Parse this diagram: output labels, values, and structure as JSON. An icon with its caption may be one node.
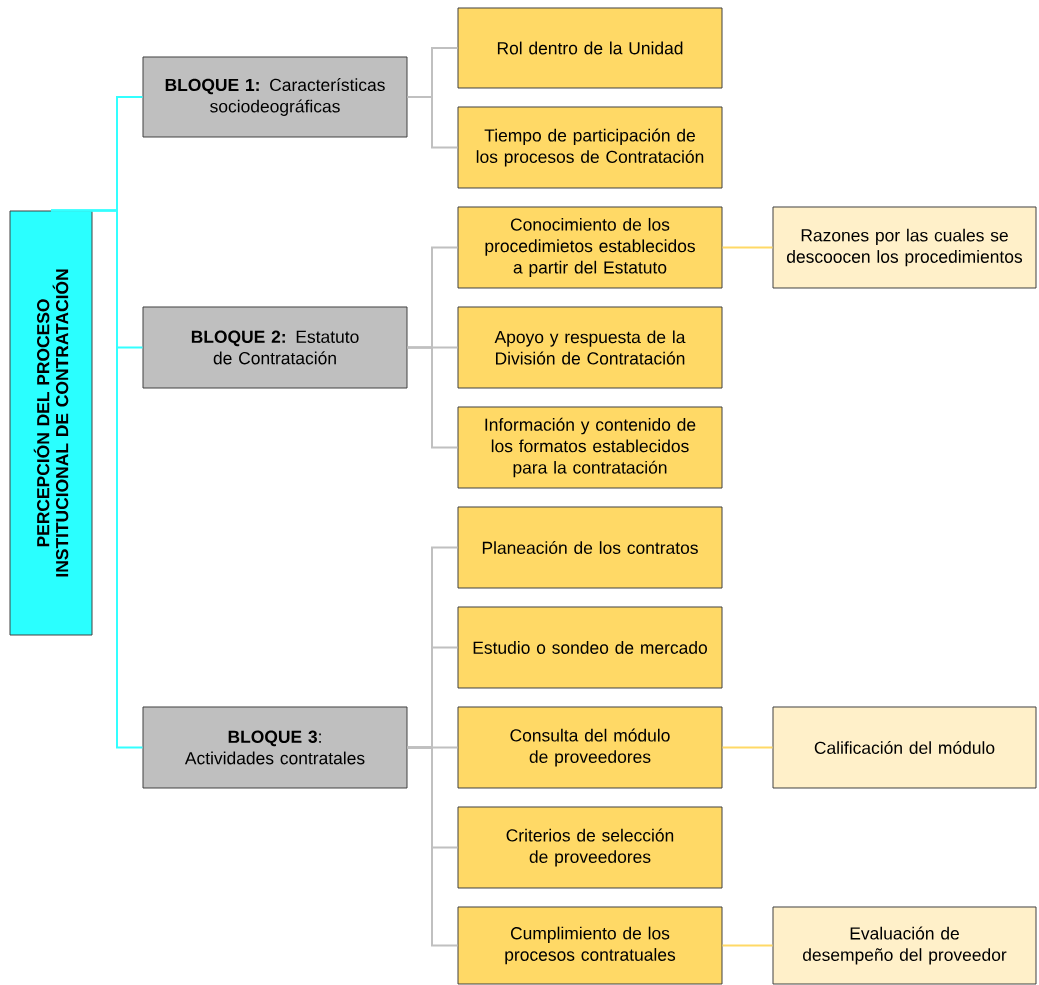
{
  "diagram": {
    "nodes": [
      {
        "text": [
          "PERCEPCIÓN DEL PROCESO INSTITUCIONAL DE CONTRATACIÓN"
        ]
      },
      {
        "text": [
          "**BLOQUE 1:** Características sociodeográficas"
        ]
      },
      {
        "text": [
          "Rol dentro de la Unidad"
        ]
      },
      {
        "text": [
          "Tiempo de participación de los procesos de Contratación"
        ]
      },
      {
        "text": [
          "**BLOQUE 2:** Estatuto de Contratación"
        ]
      },
      {
        "text": [
          "Conocimiento de los procedimietos establecidos a partir del Estatuto"
        ]
      },
      {
        "text": [
          "Razones por las cuales se descoocen los procedimientos"
        ]
      },
      {
        "text": [
          "Apoyo y respuesta de la División de Contratación"
        ]
      },
      {
        "text": [
          "Información y contenido de los formatos establecidos para la contratación"
        ]
      },
      {
        "text": [
          "**BLOQUE 3**: Actividades contratales"
        ]
      },
      {
        "text": [
          "Planeación de los contratos"
        ]
      },
      {
        "text": [
          "Estudio o sondeo de mercado"
        ]
      },
      {
        "text": [
          "Consulta del módulo de proveedores"
        ]
      },
      {
        "text": [
          "Calificación del módulo"
        ]
      },
      {
        "text": [
          "Criterios de selección de proveedores"
        ]
      },
      {
        "text": [
          "Cumplimiento de los procesos contratuales"
        ]
      },
      {
        "text": [
          "Evaluación de desempeño del proveedor"
        ]
      }
    ],
    "edges": [
      {
        "from": 0,
        "to": 1,
        "arrow": "none",
        "color": "#33ffff"
      },
      {
        "from": 0,
        "to": 4,
        "arrow": "none",
        "color": "#33ffff"
      },
      {
        "from": 0,
        "to": 9,
        "arrow": "none",
        "color": "#33ffff"
      },
      {
        "from": 1,
        "to": 2,
        "arrow": "none"
      },
      {
        "from": 1,
        "to": 3,
        "arrow": "none"
      },
      {
        "from": 4,
        "to": 5,
        "arrow": "none"
      },
      {
        "from": 4,
        "to": 7,
        "arrow": "none"
      },
      {
        "from": 4,
        "to": 8,
        "arrow": "none"
      },
      {
        "from": 5,
        "to": 6,
        "arrow": "none",
        "color": "#ffd966"
      },
      {
        "from": 9,
        "to": 10,
        "arrow": "none"
      },
      {
        "from": 9,
        "to": 11,
        "arrow": "none"
      },
      {
        "from": 9,
        "to": 12,
        "arrow": "none"
      },
      {
        "from": 9,
        "to": 14,
        "arrow": "none"
      },
      {
        "from": 9,
        "to": 15,
        "arrow": "none"
      },
      {
        "from": 12,
        "to": 13,
        "arrow": "none",
        "color": "#ffd966"
      },
      {
        "from": 15,
        "to": 16,
        "arrow": "none",
        "color": "#ffd966"
      }
    ]
  }
}
